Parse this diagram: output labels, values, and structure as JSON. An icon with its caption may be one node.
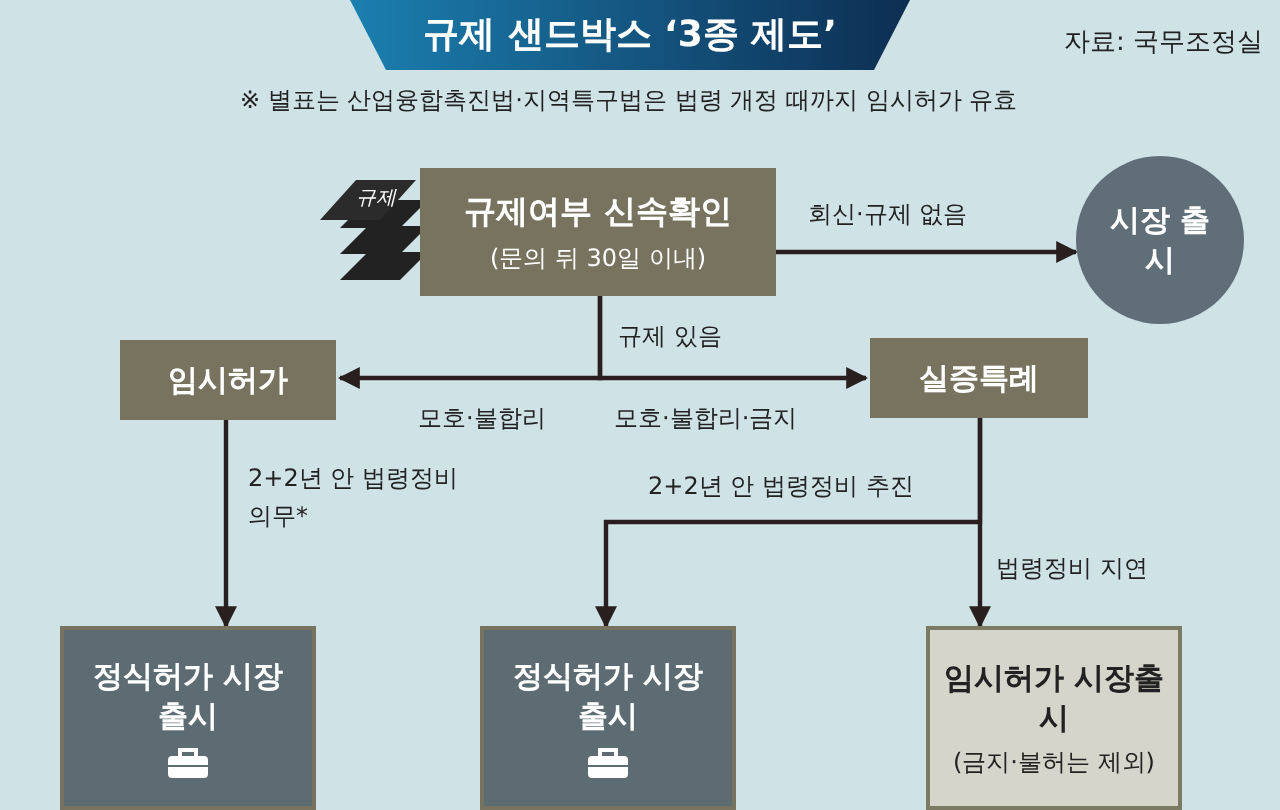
{
  "diagram": {
    "title": "규제 샌드박스 ‘3종 제도’",
    "nodes": [
      {
        "text": [
          "규제여부 신속확인",
          "(문의 뒤 30일 이내)"
        ]
      },
      {
        "text": [
          "시장 출시"
        ]
      },
      {
        "text": [
          "임시허가"
        ]
      },
      {
        "text": [
          "실증특례"
        ]
      },
      {
        "text": [
          "정식허가 시장 출시"
        ]
      },
      {
        "text": [
          "정식허가 시장 출시"
        ]
      },
      {
        "text": [
          "임시허가 시장출시",
          "(금지·불허는 제외)"
        ]
      }
    ],
    "edges": [
      {
        "from": 0,
        "to": 1,
        "arrow": "to",
        "label": "회신·규제 없음"
      },
      {
        "from": 0,
        "to": 2,
        "arrow": "to",
        "label": "모호·불합리"
      },
      {
        "from": 0,
        "to": 3,
        "arrow": "to",
        "label": "모호·불합리·금지"
      },
      {
        "from": 2,
        "to": 4,
        "arrow": "to",
        "label": "2+2년 안 법령정비 의무*"
      },
      {
        "from": 3,
        "to": 5,
        "arrow": "to",
        "label": "2+2년 안 법령정비 추진"
      },
      {
        "from": 3,
        "to": 6,
        "arrow": "to",
        "label": "법령정비 지연"
      }
    ],
    "labels": [
      "자료: 국무조정실",
      "※ 별표는 산업융합촉진법·지역특구법은 법령 개정 때까지 임시허가 유효",
      "규제",
      "규제 있음"
    ]
  }
}
